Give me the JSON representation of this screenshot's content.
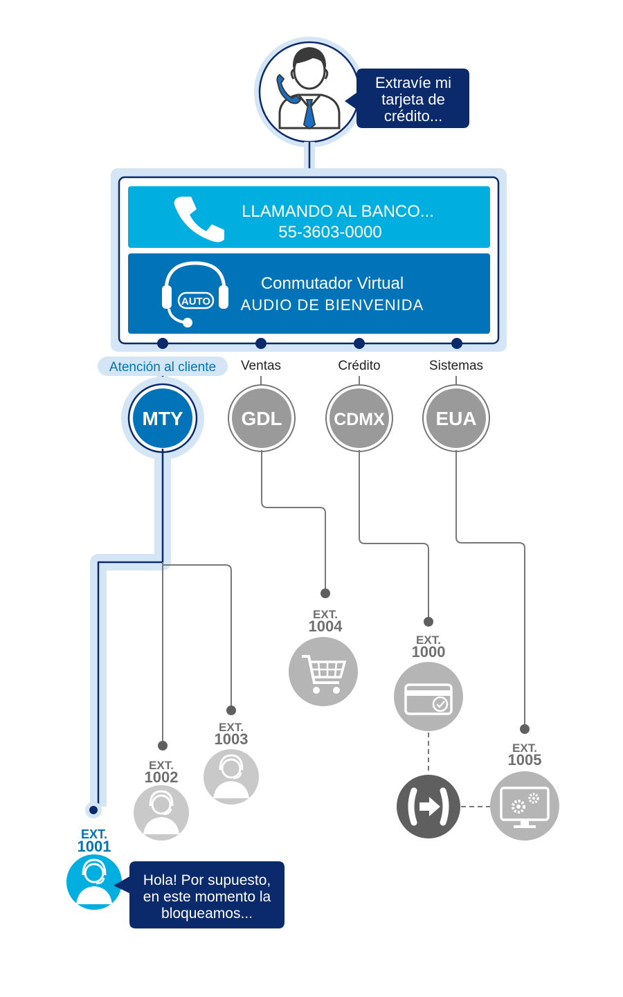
{
  "caller": {
    "bubble_lines": [
      "Extravíe mi",
      "tarjeta de",
      "crédito..."
    ]
  },
  "switchboard": {
    "call_line1": "LLAMANDO AL BANCO...",
    "call_line2": "55-3603-0000",
    "ivr_line1": "Conmutador Virtual",
    "ivr_line2": "AUDIO DE BIENVENIDA",
    "auto_badge": "AUTO"
  },
  "departments": [
    {
      "label": "Atención al cliente",
      "city": "MTY",
      "active": true
    },
    {
      "label": "Ventas",
      "city": "GDL",
      "active": false
    },
    {
      "label": "Crédito",
      "city": "CDMX",
      "active": false
    },
    {
      "label": "Sistemas",
      "city": "EUA",
      "active": false
    }
  ],
  "extensions": {
    "e1001": {
      "ext": "EXT.",
      "num": "1001",
      "icon": "agent-headset-icon"
    },
    "e1002": {
      "ext": "EXT.",
      "num": "1002",
      "icon": "agent-headset-icon"
    },
    "e1003": {
      "ext": "EXT.",
      "num": "1003",
      "icon": "agent-headset-icon"
    },
    "e1004": {
      "ext": "EXT.",
      "num": "1004",
      "icon": "shopping-cart-icon"
    },
    "e1000": {
      "ext": "EXT.",
      "num": "1000",
      "icon": "credit-card-icon"
    },
    "e1005": {
      "ext": "EXT.",
      "num": "1005",
      "icon": "computer-settings-icon"
    }
  },
  "transfer_icon": "call-transfer-icon",
  "agent_reply": {
    "bubble_lines": [
      "Hola! Por supuesto,",
      "en este momento la",
      "bloqueamos..."
    ]
  },
  "colors": {
    "navy": "#0a2a6b",
    "cyan": "#00aee0",
    "blue": "#0073b9",
    "light_blue": "#d4e5f5",
    "gray": "#9a9a9a",
    "dark_gray": "#5f5f5f",
    "line_gray": "#777777"
  }
}
